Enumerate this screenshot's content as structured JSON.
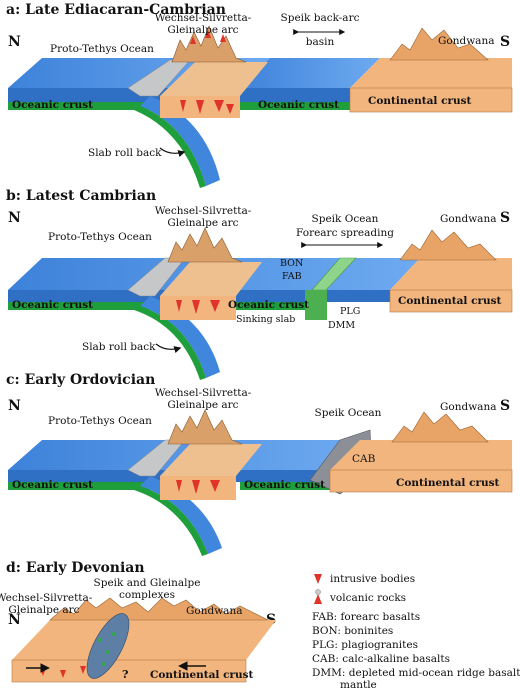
{
  "panels": [
    {
      "letter": "a",
      "title": "Late Ediacaran-Cambrian",
      "north": "N",
      "south": "S",
      "labels": {
        "proto_tethys": "Proto-Tethys Ocean",
        "arc_line1": "Wechsel-Silvretta-",
        "arc_line2": "Gleinalpe arc",
        "basin_line1": "Speik back-arc",
        "basin_line2": "basin",
        "gondwana": "Gondwana",
        "oceanic_left": "Oceanic crust",
        "oceanic_right": "Oceanic crust",
        "continental": "Continental crust",
        "slab": "Slab roll back"
      }
    },
    {
      "letter": "b",
      "title": "Latest Cambrian",
      "north": "N",
      "south": "S",
      "labels": {
        "proto_tethys": "Proto-Tethys Ocean",
        "arc_line1": "Wechsel-Silvretta-",
        "arc_line2": "Gleinalpe arc",
        "speik_ocean": "Speik Ocean",
        "forearc": "Forearc spreading",
        "gondwana": "Gondwana",
        "bon": "BON",
        "fab": "FAB",
        "plg": "PLG",
        "dmm": "DMM",
        "sinking": "Sinking slab",
        "oceanic_left": "Oceanic crust",
        "oceanic_right": "Oceanic crust",
        "continental": "Continental crust",
        "slab": "Slab roll back"
      }
    },
    {
      "letter": "c",
      "title": "Early Ordovician",
      "north": "N",
      "south": "S",
      "labels": {
        "proto_tethys": "Proto-Tethys Ocean",
        "arc_line1": "Wechsel-Silvretta-",
        "arc_line2": "Gleinalpe arc",
        "speik_ocean": "Speik Ocean",
        "cab": "CAB",
        "gondwana": "Gondwana",
        "oceanic_left": "Oceanic crust",
        "oceanic_right": "Oceanic crust",
        "continental": "Continental crust"
      }
    },
    {
      "letter": "d",
      "title": "Early Devonian",
      "north": "N",
      "south": "S",
      "labels": {
        "complex_line1": "Speik and Gleinalpe",
        "complex_line2": "complexes",
        "arc_line1": "Wechsel-Silvretta-",
        "arc_line2": "Gleinalpe arc",
        "gondwana": "Gondwana",
        "continental": "Continental crust",
        "question": "?"
      }
    }
  ],
  "legend": {
    "intrusive": "intrusive bodies",
    "volcanic": "volcanic rocks",
    "fab": "FAB: forearc basalts",
    "bon": "BON: boninites",
    "plg": "PLG: plagiogranites",
    "cab": "CAB: calc-alkaline basalts",
    "dmm_line1": "DMM: depleted mid-ocean ridge basalt",
    "dmm_line2": "mantle"
  },
  "colors": {
    "ocean": "#4a8fe0",
    "ocean_top": "#6fa8ea",
    "crust": "#1f9e3c",
    "continent": "#f2b57e",
    "continent_dark": "#e59b5f",
    "forearc": "#c5c7c9",
    "rift": "#8ed48a",
    "magma": "#e0332a",
    "cab": "#8c8f96"
  }
}
